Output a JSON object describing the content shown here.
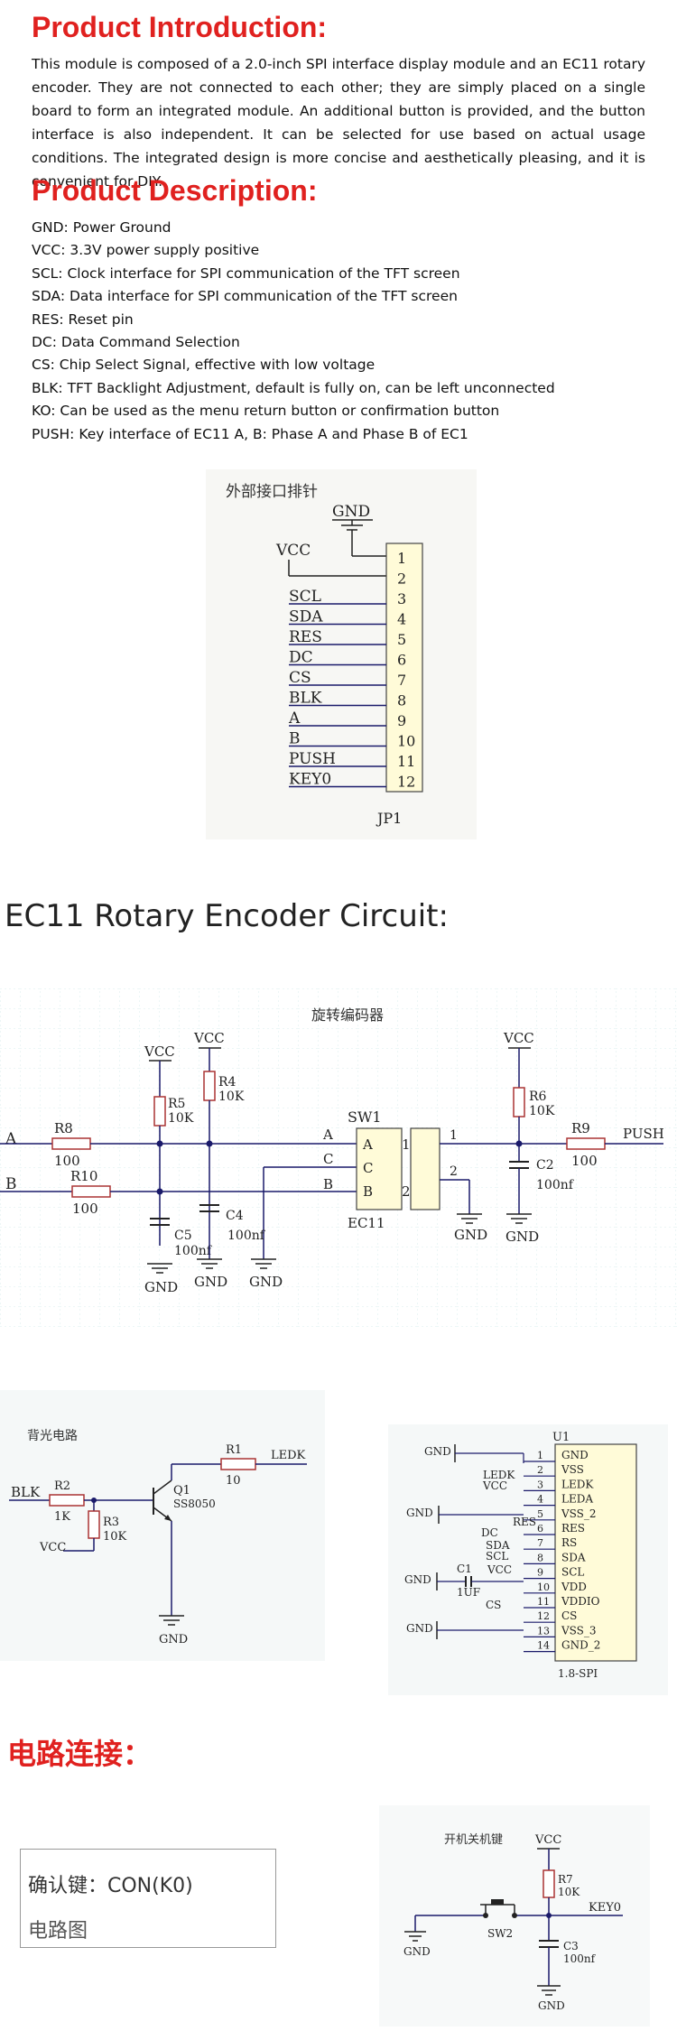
{
  "intro": {
    "heading": "Product Introduction:",
    "paragraph": "This module is composed of a 2.0-inch SPI interface display module and an EC11 rotary encoder. They are not connected to each other; they are simply placed on a single board to form an integrated module. An additional button is provided, and the button interface is also independent. It can be selected for use based on actual usage conditions. The integrated design is more concise and aesthetically pleasing, and it is convenient for DIY."
  },
  "description": {
    "heading": "Product Description:",
    "items": [
      "GND: Power Ground",
      "VCC: 3.3V power supply positive",
      "SCL: Clock interface for SPI communication of the TFT screen",
      "SDA: Data interface for SPI communication of the TFT screen",
      " RES: Reset pin",
      "DC: Data Command Selection",
      "CS: Chip Select Signal, effective with low voltage",
      "BLK: TFT Backlight Adjustment, default is fully on, can be left unconnected",
      "KO: Can be used as the menu return button or confirmation button",
      "PUSH: Key interface of EC11 A, B: Phase A and Phase B of EC1"
    ]
  },
  "header_diagram": {
    "title": "外部接口排针",
    "gnd": "GND",
    "vcc": "VCC",
    "pins": [
      "1",
      "2",
      "3",
      "4",
      "5",
      "6",
      "7",
      "8",
      "9",
      "10",
      "11",
      "12"
    ],
    "signals": [
      "SCL",
      "SDA",
      "RES",
      "DC",
      "CS",
      "BLK",
      "A",
      "B",
      "PUSH",
      "KEY0"
    ],
    "ref": "JP1"
  },
  "ec11": {
    "heading": "EC11 Rotary Encoder Circuit:",
    "title": "旋转编码器",
    "vcc": "VCC",
    "gnd": "GND",
    "a": "A",
    "b": "B",
    "c": "C",
    "r8": "R8",
    "r8v": "100",
    "r10": "R10",
    "r10v": "100",
    "r5": "R5",
    "r5v": "10K",
    "r4": "R4",
    "r4v": "10K",
    "r6": "R6",
    "r6v": "10K",
    "r9": "R9",
    "r9v": "100",
    "c5": "C5",
    "c5v": "100nf",
    "c4": "C4",
    "c4v": "100nf",
    "c2": "C2",
    "c2v": "100nf",
    "sw1": "SW1",
    "ec11ref": "EC11",
    "pin1": "1",
    "pin2": "2",
    "push": "PUSH"
  },
  "backlight": {
    "title": "背光电路",
    "blk": "BLK",
    "r2": "R2",
    "r2v": "1K",
    "r3": "R3",
    "r3v": "10K",
    "vcc": "VCC",
    "q1": "Q1",
    "q1v": "SS8050",
    "r1": "R1",
    "r1v": "10",
    "ledk": "LEDK",
    "gnd": "GND"
  },
  "lcd": {
    "ref": "U1",
    "part": "1.8-SPI",
    "pins": [
      "1",
      "2",
      "3",
      "4",
      "5",
      "6",
      "7",
      "8",
      "9",
      "10",
      "11",
      "12",
      "13",
      "14"
    ],
    "pin_names": [
      "GND",
      "VSS",
      "LEDK",
      "LEDA",
      "VSS_2",
      "RES",
      "RS",
      "SDA",
      "SCL",
      "VDD",
      "VDDIO",
      "CS",
      "VSS_3",
      "GND_2"
    ],
    "left": {
      "gnd1": "GND",
      "ledk": "LEDK",
      "vcc": "VCC",
      "gnd2": "GND",
      "res": "RES",
      "dc": "DC",
      "sda": "SDA",
      "scl": "SCL",
      "gnd3": "GND",
      "c1": "C1",
      "c1v": "1UF",
      "vcc2": "VCC",
      "cs": "CS",
      "gnd4": "GND"
    }
  },
  "connection": {
    "heading": "电路连接：",
    "key_label": "确认键：CON(K0)",
    "diagram_label": "电路图",
    "switch_title": "开机关机键",
    "vcc": "VCC",
    "r7": "R7",
    "r7v": "10K",
    "key0": "KEY0",
    "sw2": "SW2",
    "c3": "C3",
    "c3v": "100nf",
    "gnd": "GND"
  }
}
